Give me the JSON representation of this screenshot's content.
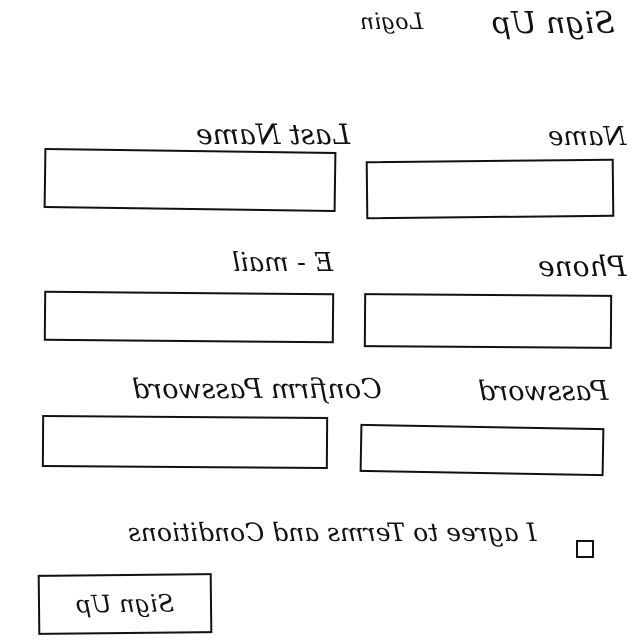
{
  "nav": {
    "signup_label": "Sign Up",
    "login_label": "Login"
  },
  "form": {
    "first_name_label": "Name",
    "last_name_label": "Last Name",
    "phone_label": "Phone",
    "email_label": "E - mail",
    "password_label": "Password",
    "confirm_password_label": "Confirm Password",
    "terms_label": "I agree to Terms and Conditions",
    "submit_label": "Sign Up"
  }
}
